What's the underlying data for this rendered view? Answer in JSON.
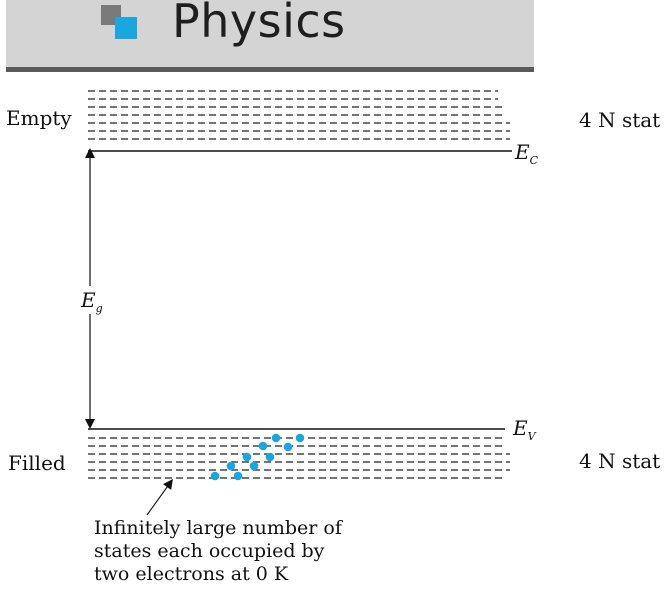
{
  "header": {
    "title": "Physics"
  },
  "diagram": {
    "top_band_label": "Empty",
    "bottom_band_label": "Filled",
    "top_band_states": "4 N stat",
    "bottom_band_states": "4 N stat",
    "conduction_edge": {
      "symbol": "E",
      "subscript": "C"
    },
    "valence_edge": {
      "symbol": "E",
      "subscript": "V"
    },
    "gap": {
      "symbol": "E",
      "subscript": "g"
    },
    "note_lines": [
      "Infinitely large number of",
      "states each occupied by",
      "two electrons at 0 K"
    ]
  },
  "colors": {
    "electron": "#1aa6df",
    "header_bg": "#d4d4d4",
    "header_rule": "#5a5a5a",
    "logo_grey": "#7a7a7a",
    "logo_blue": "#1aa6df"
  }
}
